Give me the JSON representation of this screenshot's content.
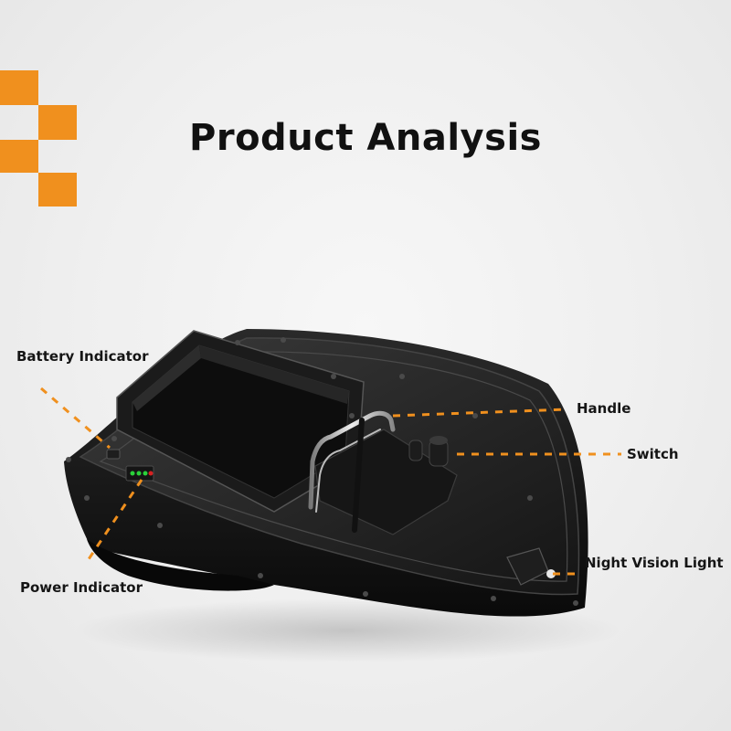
{
  "title": "Product Analysis",
  "accent_color": "#f0901e",
  "labels": {
    "battery_indicator": "Battery Indicator",
    "power_indicator": "Power Indicator",
    "handle": "Handle",
    "switch": "Switch",
    "night_vision_light": "Night Vision Light"
  },
  "icons": {
    "corner_decoration": "orange-checker-squares",
    "product": "bait-boat-black"
  }
}
